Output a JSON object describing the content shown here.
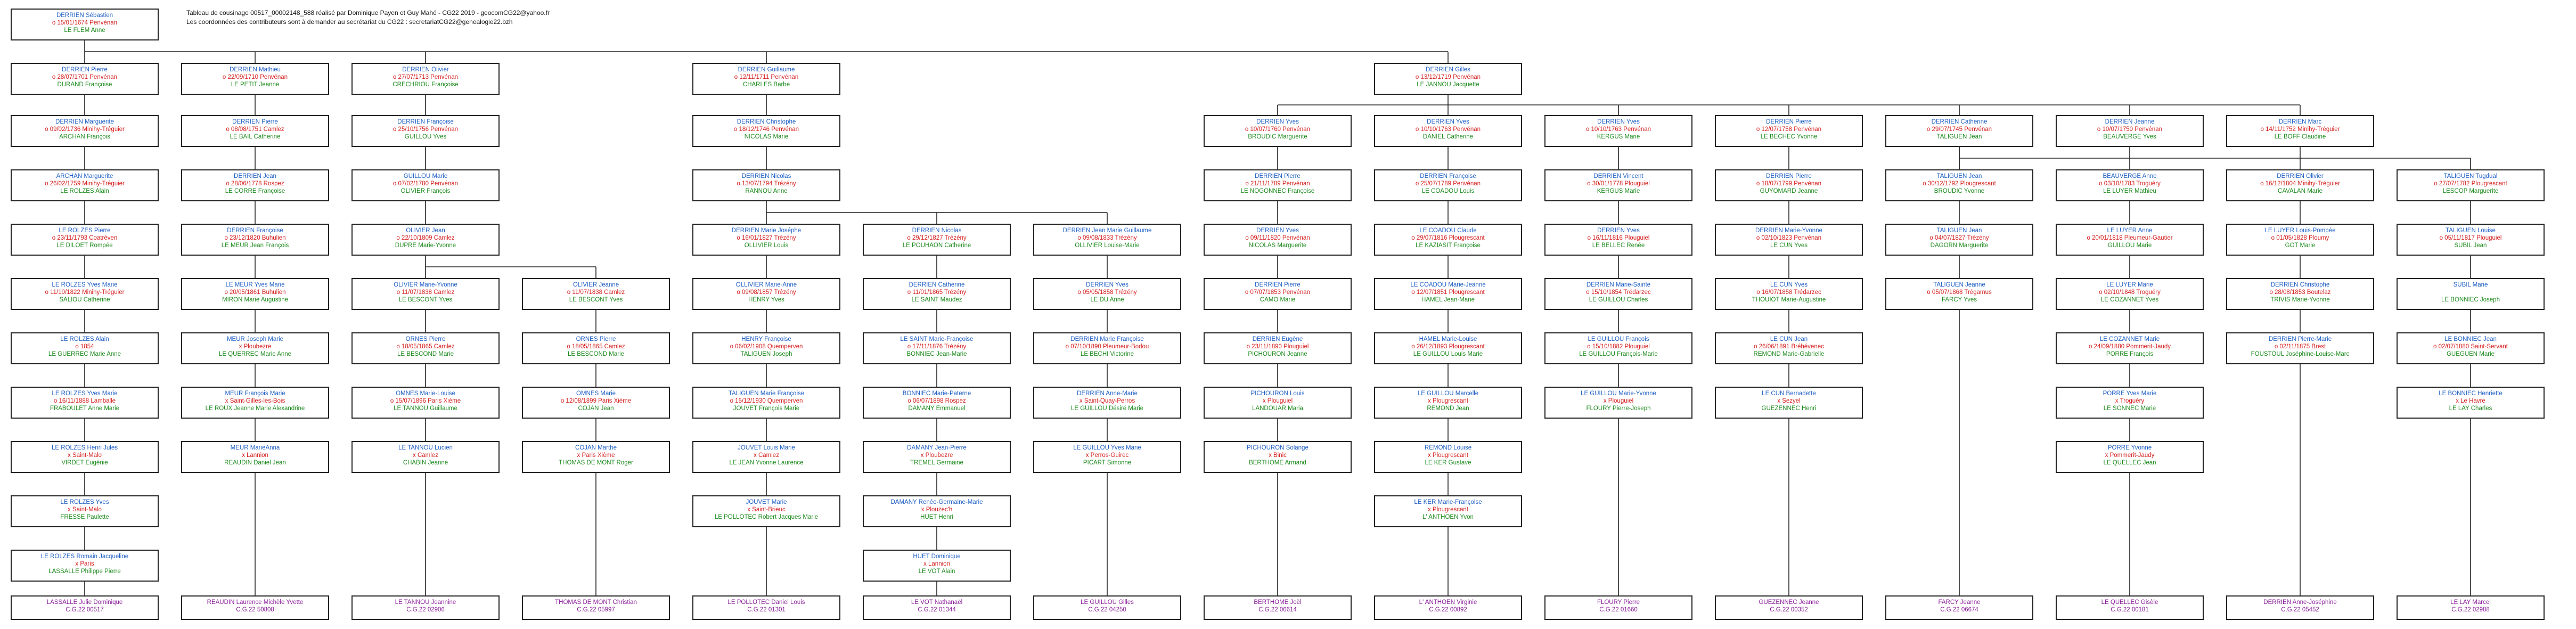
{
  "header": {
    "line1": "Tableau de cousinage 00517_00002148_588 réalisé par Dominique Payen et Guy Mahé - CG22 2019 - geocomCG22@yahoo.fr",
    "line2": "Les coordonnées des contributeurs sont à demander au secrétariat du CG22 :  secretariatCG22@genealogie22.bzh"
  },
  "colors": {
    "male": "#1f5fc4",
    "event": "#d41f1f",
    "spouse": "#1d8a1d",
    "descendant": "#8a1f9a",
    "border": "#222222"
  },
  "tree": {
    "root": {
      "name": "DERRIEN Sébastien",
      "event": "o 15/01/1674 Penvénan",
      "spouse": "LE FLEM Anne"
    },
    "gen1": [
      {
        "name": "DERRIEN Pierre",
        "event": "o 28/07/1701 Penvénan",
        "spouse": "DURAND Françoise"
      },
      {
        "name": "DERRIEN Mathieu",
        "event": "o 22/09/1710 Penvénan",
        "spouse": "LE PETIT Jeanne"
      },
      {
        "name": "DERRIEN Olivier",
        "event": "o 27/07/1713 Penvénan",
        "spouse": "CRECHRIOU Françoise"
      },
      {
        "name": "DERRIEN Guillaume",
        "event": "o 12/11/1711 Penvénan",
        "spouse": "CHARLES Barbe"
      },
      {
        "name": "DERRIEN Gilles",
        "event": "o 13/12/1719 Penvénan",
        "spouse": "LE JANNOU Jacquette"
      }
    ],
    "col1": [
      {
        "name": "DERRIEN Marguerite",
        "event": "o 09/02/1736 Minihy-Tréguier",
        "spouse": "ARCHAN François"
      },
      {
        "name": "ARCHAN Marguerite",
        "event": "o 26/02/1759 Minihy-Tréguier",
        "spouse": "LE ROLZES Alain"
      },
      {
        "name": "LE ROLZES Pierre",
        "event": "o 23/11/1793 Coatréven",
        "spouse": "LE DILOET Rompée"
      },
      {
        "name": "LE ROLZES Yves Marie",
        "event": "o 11/10/1822 Minihy-Tréguier",
        "spouse": "SALIOU Catherine"
      },
      {
        "name": "LE ROLZES Alain",
        "event": "o 1854",
        "spouse": "LE GUERREC Marie Anne"
      },
      {
        "name": "LE ROLZES Yves Marie",
        "event": "o 16/11/1888 Lamballe",
        "spouse": "FRABOULET Anne Marie"
      },
      {
        "name": "LE ROLZES Henri Jules",
        "event": "x Saint-Malo",
        "spouse": "VIRDET Eugénie"
      },
      {
        "name": "LE ROLZES Yves",
        "event": "x Saint-Malo",
        "spouse": "FRESSE Paulette"
      },
      {
        "name": "LE ROLZES Romain Jacqueline",
        "event": "x Paris",
        "spouse": "LASSALLE Philippe Pierre"
      }
    ],
    "col2": [
      {
        "name": "DERRIEN Pierre",
        "event": "o 08/08/1751 Camlez",
        "spouse": "LE BAIL Catherine"
      },
      {
        "name": "DERRIEN Jean",
        "event": "o 28/06/1778 Rospez",
        "spouse": "LE CORRE Françoise"
      },
      {
        "name": "DERRIEN Françoise",
        "event": "o 23/12/1820 Buhulien",
        "spouse": "LE MEUR Jean François"
      },
      {
        "name": "LE MEUR Yves Marie",
        "event": "o 20/05/1861 Buhulien",
        "spouse": "MIRON Marie Augustine"
      },
      {
        "name": "MEUR Joseph Marie",
        "event": "x Ploubezre",
        "spouse": "LE QUERREC Marie Anne"
      },
      {
        "name": "MEUR François Marie",
        "event": "x Saint-Gilles-les-Bois",
        "spouse": "LE ROUX Jeanne Marie Alexandrine"
      },
      {
        "name": "MEUR MarieAnna",
        "event": "x Lannion",
        "spouse": "REAUDIN Daniel Jean"
      }
    ],
    "col3": [
      {
        "name": "DERRIEN Françoise",
        "event": "o 25/10/1756 Penvénan",
        "spouse": "GUILLOU Yves"
      },
      {
        "name": "GUILLOU Marie",
        "event": "o 07/02/1780 Penvénan",
        "spouse": "OLIVIER François"
      },
      {
        "name": "OLIVIER Jean",
        "event": "o 22/10/1809 Camlez",
        "spouse": "DUPRE Marie-Yvonne"
      }
    ],
    "col3a": [
      {
        "name": "OLIVIER Marie-Yvonne",
        "event": "o 11/07/1838 Camlez",
        "spouse": "LE BESCONT Yves"
      },
      {
        "name": "ORNES Pierre",
        "event": "o 18/05/1865 Camlez",
        "spouse": "LE BESCOND Marie"
      },
      {
        "name": "OMNES Marie-Louise",
        "event": "o 15/07/1896 Paris Xième",
        "spouse": "LE TANNOU Guillaume"
      },
      {
        "name": "LE TANNOU Lucien",
        "event": "x Camlez",
        "spouse": "CHABIN Jeanne"
      }
    ],
    "col3b": [
      {
        "name": "OLIVIER Jeanne",
        "event": "o 11/07/1838 Camlez",
        "spouse": "LE BESCONT Yves"
      },
      {
        "name": "ORNES Pierre",
        "event": "o 18/05/1865 Camlez",
        "spouse": "LE BESCOND Marie"
      },
      {
        "name": "OMNES Marie",
        "event": "o 12/08/1899 Paris Xième",
        "spouse": "COJAN Jean"
      },
      {
        "name": "COJAN Marthe",
        "event": "x Paris Xième",
        "spouse": "THOMAS DE MONT Roger"
      }
    ],
    "col4": [
      {
        "name": "DERRIEN Christophe",
        "event": "o 18/12/1746 Penvénan",
        "spouse": "NICOLAS Marie"
      },
      {
        "name": "DERRIEN Nicolas",
        "event": "o 13/07/1794 Trézény",
        "spouse": "RANNOU Anne"
      }
    ],
    "col4a": [
      {
        "name": "DERRIEN Marie Joséphe",
        "event": "o 16/01/1827 Trézény",
        "spouse": "OLLIVIER Louis"
      },
      {
        "name": "OLLIVIER Marie-Anne",
        "event": "o 09/08/1857 Trézény",
        "spouse": "HENRY Yves"
      },
      {
        "name": "HENRY Françoise",
        "event": "o 06/02/1908 Quemperven",
        "spouse": "TALIGUEN Joseph"
      },
      {
        "name": "TALIGUEN Marie Françoise",
        "event": "o 15/12/1930 Quemperven",
        "spouse": "JOUVET François Marie"
      },
      {
        "name": "JOUVET Louis Marie",
        "event": "x Camlez",
        "spouse": "LE JEAN Yvonne Laurence"
      },
      {
        "name": "JOUVET Marie",
        "event": "x Saint-Brieuc",
        "spouse": "LE POLLOTEC Robert Jacques Marie"
      }
    ],
    "col4b": [
      {
        "name": "DERRIEN Nicolas",
        "event": "o 29/12/1827 Trézény",
        "spouse": "LE POUHAON Catherine"
      },
      {
        "name": "DERRIEN Catherine",
        "event": "o 11/01/1865 Trézény",
        "spouse": "LE SAINT Maudez"
      },
      {
        "name": "LE SAINT Marie-Françoise",
        "event": "o 17/11/1876 Trézény",
        "spouse": "BONNIEC Jean-Marie"
      },
      {
        "name": "BONNIEC Marie-Paterne",
        "event": "o 06/07/1898 Rospez",
        "spouse": "DAMANY Emmanuel"
      },
      {
        "name": "DAMANY Jean-Pierre",
        "event": "x Ploubezre",
        "spouse": "TREMEL Germaine"
      },
      {
        "name": "DAMANY Renée-Germaine-Marie",
        "event": "x Plouzec'h",
        "spouse": "HUET Henri"
      },
      {
        "name": "HUET Dominique",
        "event": "x Lannion",
        "spouse": "LE VOT Alain"
      }
    ],
    "col4c": [
      {
        "name": "DERRIEN Jean Marie Guillaume",
        "event": "o 09/08/1833 Trézény",
        "spouse": "OLLIVIER Louise-Marie"
      },
      {
        "name": "DERRIEN Yves",
        "event": "o 05/05/1858 Trézény",
        "spouse": "LE DU Anne"
      },
      {
        "name": "DERRIEN Marie Françoise",
        "event": "o 07/10/1890 Pleumeur-Bodou",
        "spouse": "LE BECHI Victorine"
      },
      {
        "name": "DERRIEN Anne-Marie",
        "event": "x Saint-Quay-Perros",
        "spouse": "LE GUILLOU Désiré Marie"
      },
      {
        "name": "LE GUILLOU Yves Marie",
        "event": "x Perros-Guirec",
        "spouse": "PICART Simonne"
      }
    ],
    "col5": [
      {
        "name": "DERRIEN Yves",
        "event": "o 10/07/1760 Penvénan",
        "spouse": "BROUDIC Marguerite"
      },
      {
        "name": "DERRIEN Pierre",
        "event": "o 21/11/1789 Penvénan",
        "spouse": "LE NOGONNEC Françoise"
      },
      {
        "name": "DERRIEN Yves",
        "event": "o 09/11/1820 Penvénan",
        "spouse": "NICOLAS Marguerite"
      },
      {
        "name": "DERRIEN Pierre",
        "event": "o 07/07/1853 Penvénan",
        "spouse": "CAMO Marie"
      },
      {
        "name": "DERRIEN Eugène",
        "event": "o 23/11/1890 Plouguiel",
        "spouse": "PICHOURON Jeanne"
      },
      {
        "name": "PICHOURON Louis",
        "event": "x Plouguiel",
        "spouse": "LANDOUAR Maria"
      },
      {
        "name": "PICHOURON Solange",
        "event": "x Binic",
        "spouse": "BERTHOME Armand"
      }
    ],
    "col6": [
      {
        "name": "DERRIEN Yves",
        "event": "o 10/10/1763 Penvénan",
        "spouse": "DANIEL Catherine"
      },
      {
        "name": "DERRIEN Françoise",
        "event": "o 25/07/1789 Penvénan",
        "spouse": "LE COADOU Louis"
      },
      {
        "name": "LE COADOU Claude",
        "event": "o 29/07/1816 Plougrescant",
        "spouse": "LE KAZIASIT Françoise"
      },
      {
        "name": "LE COADOU Marie-Jeanne",
        "event": "o 12/07/1851 Plougrescant",
        "spouse": "HAMEL Jean-Marie"
      },
      {
        "name": "HAMEL Marie-Louise",
        "event": "o 26/12/1893 Plougrescant",
        "spouse": "LE GUILLOU Louis Marie"
      },
      {
        "name": "LE GUILLOU Marcelle",
        "event": "x Plougrescant",
        "spouse": "REMOND Jean"
      },
      {
        "name": "REMOND Louise",
        "event": "x Plougrescant",
        "spouse": "LE KER Gustave"
      },
      {
        "name": "LE KER Marie-Françoise",
        "event": "x Plougrescant",
        "spouse": "L' ANTHOEN Yvon"
      }
    ],
    "col7": [
      {
        "name": "DERRIEN Yves",
        "event": "o 10/10/1763 Penvénan",
        "spouse": "KERGUS Marie"
      },
      {
        "name": "DERRIEN Vincent",
        "event": "o 30/01/1778 Plouguiel",
        "spouse": "KERGUS Marie"
      },
      {
        "name": "DERRIEN Yves",
        "event": "o 16/11/1816 Plouguiel",
        "spouse": "LE BELLEC Renée"
      },
      {
        "name": "DERRIEN Marie-Sainte",
        "event": "o 15/10/1854 Trédarzec",
        "spouse": "LE GUILLOU Charles"
      },
      {
        "name": "LE GUILLOU François",
        "event": "o 15/10/1882 Plouguiel",
        "spouse": "LE GUILLOU François-Marie"
      },
      {
        "name": "LE GUILLOU Marie-Yvonne",
        "event": "x Plouguiel",
        "spouse": "FLOURY Pierre-Joseph"
      }
    ],
    "col8": [
      {
        "name": "DERRIEN Pierre",
        "event": "o 12/07/1758 Penvénan",
        "spouse": "LE BECHEC Yvonne"
      },
      {
        "name": "DERRIEN Pierre",
        "event": "o 18/07/1799 Penvénan",
        "spouse": "GUYOMARD Jeanne"
      },
      {
        "name": "DERRIEN Marie-Yvonne",
        "event": "o 02/10/1823 Penvénan",
        "spouse": "LE CUN Yves"
      },
      {
        "name": "LE CUN Yves",
        "event": "o 16/07/1858 Trédarzec",
        "spouse": "THOUIOT Marie-Augustine"
      },
      {
        "name": "LE CUN Jean",
        "event": "o 26/06/1891 Bréhévenec",
        "spouse": "REMOND Marie-Gabrielle"
      },
      {
        "name": "LE CUN Bernadette",
        "event": "x Sezyel",
        "spouse": "GUEZENNEC Henri"
      }
    ],
    "col9": [
      {
        "name": "DERRIEN Catherine",
        "event": "o 29/07/1745 Penvénan",
        "spouse": "TALIGUEN Jean"
      },
      {
        "name": "TALIGUEN Jean",
        "event": "o 30/12/1792 Plougrescant",
        "spouse": "BROUDIC Yvonne"
      },
      {
        "name": "TALIGUEN Jean",
        "event": "o 04/07/1827 Trézény",
        "spouse": "DAGORN Marguerite"
      },
      {
        "name": "TALIGUEN Jeanne",
        "event": "o 05/07/1868 Trégamus",
        "spouse": "FARCY Yves"
      }
    ],
    "col10": [
      {
        "name": "TALIGUEN Tugdual",
        "event": "o 27/07/1782 Plougrescant",
        "spouse": "LESCOP Marguerite"
      },
      {
        "name": "TALIGUEN Louise",
        "event": "o 05/11/1817 Plouguiel",
        "spouse": "SUBIL Jean"
      },
      {
        "name": "SUBIL Marie",
        "event": "",
        "spouse": "LE BONNIEC Joseph"
      },
      {
        "name": "LE BONNIEC Jean",
        "event": "o 02/07/1880 Saint-Servant",
        "spouse": "GUEGUEN Marie"
      },
      {
        "name": "LE BONNIEC Henriette",
        "event": "x Le Havre",
        "spouse": "LE LAY Charles"
      }
    ],
    "col11": [
      {
        "name": "DERRIEN Jeanne",
        "event": "o 10/07/1750 Penvénan",
        "spouse": "BEAUVERGE Yves"
      },
      {
        "name": "BEAUVERGE Anne",
        "event": "o 03/10/1783 Troguéry",
        "spouse": "LE LUYER Mathieu"
      },
      {
        "name": "LE LUYER Anne",
        "event": "o 20/01/1818 Pleumeur-Gautier",
        "spouse": "GUILLOU Marie"
      },
      {
        "name": "LE LUYER Marie",
        "event": "o 02/10/1848 Troguéry",
        "spouse": "LE COZANNET Yves"
      },
      {
        "name": "LE COZANNET Marie",
        "event": "o 24/09/1880 Pommerit-Jaudy",
        "spouse": "PORRE François"
      },
      {
        "name": "PORRE Yves Marie",
        "event": "x Troguéry",
        "spouse": "LE SONNEC Marie"
      },
      {
        "name": "PORRE Yvonne",
        "event": "x Pommerit-Jaudy",
        "spouse": "LE QUELLEC Jean"
      }
    ],
    "col12": [
      {
        "name": "DERRIEN Marc",
        "event": "o 14/11/1752 Minihy-Tréguier",
        "spouse": "LE BOFF Claudine"
      },
      {
        "name": "DERRIEN Olivier",
        "event": "o 16/12/1804 Minihy-Tréguier",
        "spouse": "CAVALAN Marie"
      },
      {
        "name": "LE LUYER Louis-Pompée",
        "event": "o 01/05/1828 Ploumy",
        "spouse": "GOT Marie"
      },
      {
        "name": "DERRIEN Christophe",
        "event": "o 28/08/1853 Boutelaz",
        "spouse": "TRIVIS Marie-Yvonne"
      },
      {
        "name": "DERRIEN Pierre-Marie",
        "event": "o 02/11/1875 Brest",
        "spouse": "FOUSTOUL Joséphine-Louise-Marc"
      }
    ],
    "leaves": [
      {
        "name": "LASSALLE Julie Dominique",
        "id": "C.G.22 00517"
      },
      {
        "name": "REAUDIN Laurence Michèle Yvette",
        "id": "C.G.22 50808"
      },
      {
        "name": "LE TANNOU Jeannine",
        "id": "C.G.22 02906"
      },
      {
        "name": "THOMAS DE MONT Christian",
        "id": "C.G.22 05997"
      },
      {
        "name": "LE POLLOTEC Daniel Louis",
        "id": "C.G.22 01301"
      },
      {
        "name": "LE VOT Nathanaël",
        "id": "C.G.22 01344"
      },
      {
        "name": "LE GUILLOU Gilles",
        "id": "C.G.22 04250"
      },
      {
        "name": "BERTHOME Joël",
        "id": "C.G.22 06614"
      },
      {
        "name": "L' ANTHOEN Virginie",
        "id": "C.G.22 00892"
      },
      {
        "name": "FLOURY Pierre",
        "id": "C.G.22 01660"
      },
      {
        "name": "GUEZENNEC Jeanne",
        "id": "C.G.22 00352"
      },
      {
        "name": "FARCY Jeanne",
        "id": "C.G.22 06674"
      },
      {
        "name": "LE LAY Marcel",
        "id": "C.G.22 02988"
      },
      {
        "name": "LE QUELLEC Gisèle",
        "id": "C.G.22 00181"
      },
      {
        "name": "DERRIEN Anne-Joséphine",
        "id": "C.G.22 05452"
      }
    ]
  }
}
